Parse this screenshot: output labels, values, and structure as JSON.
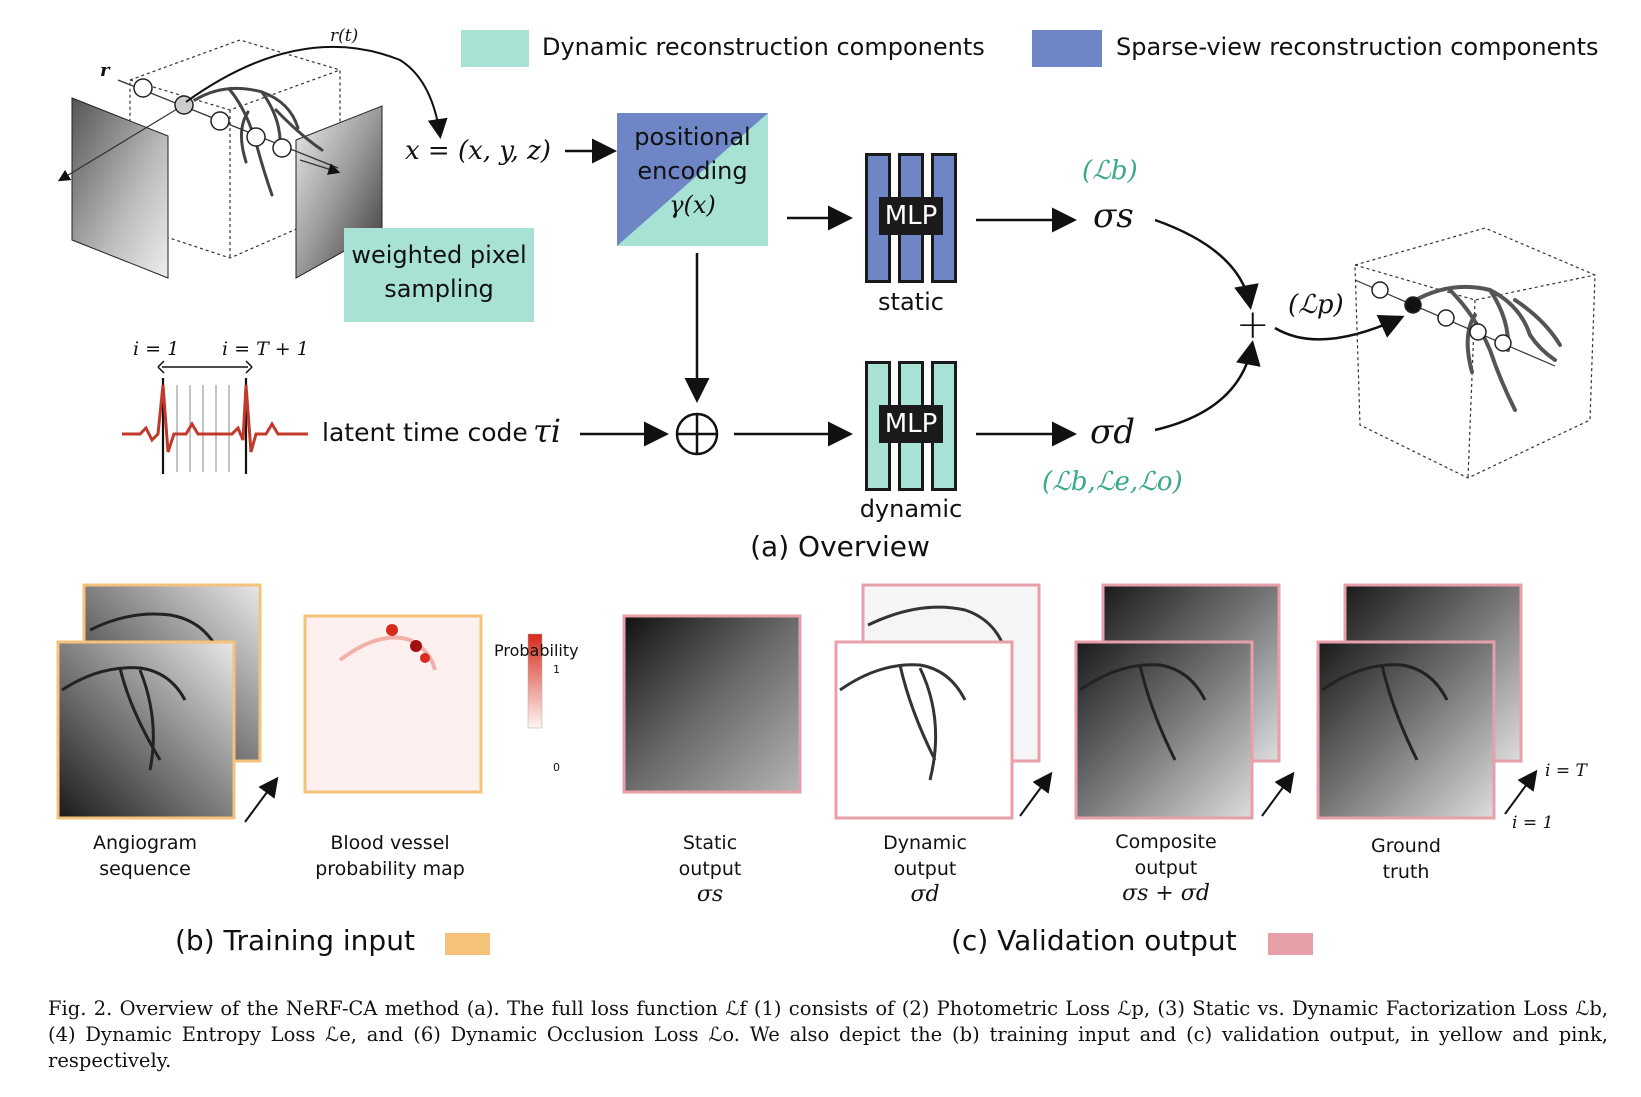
{
  "legend": {
    "dynamic_label": "Dynamic reconstruction components",
    "sparse_label": "Sparse-view reconstruction components",
    "dynamic_color": "#a8e2d4",
    "sparse_color": "#6f86c6"
  },
  "overview": {
    "ray_label": "r",
    "ray_t_label": "r(t)",
    "x_eq": "x = (x, y, z)",
    "weighted_sampling": [
      "weighted pixel",
      "sampling"
    ],
    "positional_encoding": [
      "positional",
      "encoding",
      "γ(x)"
    ],
    "mlp_label": "MLP",
    "static_label": "static",
    "dynamic_label": "dynamic",
    "sigma_s": "σs",
    "sigma_d": "σd",
    "loss_b": "(ℒb)",
    "loss_p": "(ℒp)",
    "loss_bed": "(ℒb,ℒe,ℒo)",
    "plus": "+",
    "oplus": "⊕",
    "time_i1": "i = 1",
    "time_iT": "i = T + 1",
    "latent_time": "latent time code",
    "tau": "τi",
    "title": "(a) Overview"
  },
  "panels": {
    "angiogram": [
      "Angiogram",
      "sequence"
    ],
    "vessel_map": [
      "Blood vessel",
      "probability map"
    ],
    "prob_label": "Probability",
    "prob_max": "1",
    "prob_min": "0",
    "static_out": [
      "Static",
      "output",
      "σs"
    ],
    "dynamic_out": [
      "Dynamic",
      "output",
      "σd"
    ],
    "composite_out": [
      "Composite",
      "output",
      "σs + σd"
    ],
    "ground_truth": [
      "Ground",
      "truth"
    ],
    "i_T": "i = T",
    "i_1": "i = 1",
    "training_title": "(b) Training input",
    "validation_title": "(c) Validation output",
    "training_color": "#f5c27a",
    "validation_color": "#e8a0a8"
  },
  "caption": "Fig. 2.  Overview of the NeRF-CA method (a). The full loss function ℒf (1) consists of (2) Photometric Loss ℒp, (3) Static vs. Dynamic Factorization Loss ℒb, (4) Dynamic Entropy Loss ℒe, and (6) Dynamic Occlusion Loss ℒo. We also depict the (b) training input and (c) validation output, in yellow and pink, respectively."
}
